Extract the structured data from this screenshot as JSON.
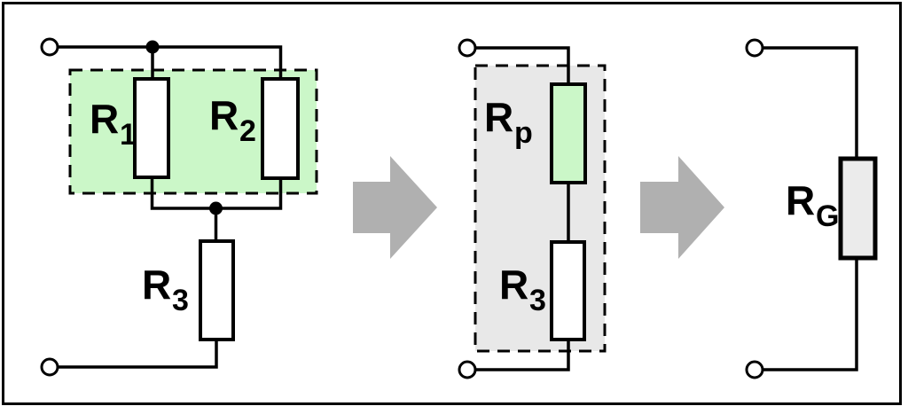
{
  "figure": {
    "description": "Resistor network simplification: R1 parallel R2 combined to Rp, then Rp in series with R3 combined to overall resistance RG",
    "steps": [
      {
        "name": "original-network",
        "highlight": "parallel-pair R1,R2"
      },
      {
        "name": "intermediate-network",
        "highlight": "series-pair Rp,R3"
      },
      {
        "name": "equivalent-resistance",
        "highlight": "none"
      }
    ]
  },
  "components": {
    "left_circuit": {
      "r1": {
        "base": "R",
        "sub": "1"
      },
      "r2": {
        "base": "R",
        "sub": "2"
      },
      "r3": {
        "base": "R",
        "sub": "3"
      }
    },
    "middle_circuit": {
      "rp": {
        "base": "R",
        "sub": "p"
      },
      "r3": {
        "base": "R",
        "sub": "3"
      }
    },
    "right_circuit": {
      "rg": {
        "base": "R",
        "sub": "G"
      }
    }
  },
  "colors": {
    "background": "#ffffff",
    "line": "#000000",
    "parallel_highlight_green": "#cbf7c8",
    "series_highlight_gray": "#e8e8e8",
    "resistor_white": "#ffffff",
    "resistor_green": "#cbf7c8",
    "resistor_gray": "#ebebeb",
    "arrow_gray": "#b0b0b0"
  }
}
